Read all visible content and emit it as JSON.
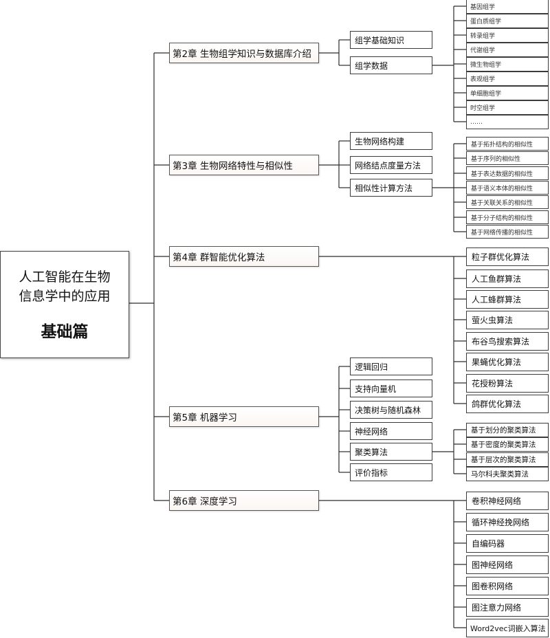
{
  "root": {
    "line1": "人工智能在生物",
    "line2": "信息学中的应用",
    "subtitle": "基础篇"
  },
  "ch2": {
    "label": "第2章  生物组学知识与数据库介绍",
    "sections": [
      "组学基础知识",
      "组学数据"
    ],
    "leaves": [
      "基因组学",
      "蛋白质组学",
      "转录组学",
      "代谢组学",
      "微生物组学",
      "表观组学",
      "单细胞组学",
      "时空组学",
      "……"
    ]
  },
  "ch3": {
    "label": "第3章  生物网络特性与相似性",
    "sections": [
      "生物网络构建",
      "网络结点度量方法",
      "相似性计算方法"
    ],
    "leaves": [
      "基于拓扑结构的相似性",
      "基于序列的相似性",
      "基于表达数据的相似性",
      "基于语义本体的相似性",
      "基于关联关系的相似性",
      "基于分子结构的相似性",
      "基于网络传播的相似性"
    ]
  },
  "ch4": {
    "label": "第4章  群智能优化算法",
    "leaves": [
      "粒子群优化算法",
      "人工鱼群算法",
      "人工蜂群算法",
      "萤火虫算法",
      "布谷鸟搜索算法",
      "果蝇优化算法",
      "花授粉算法",
      "鸽群优化算法"
    ]
  },
  "ch5": {
    "label": "第5章  机器学习",
    "sections": [
      "逻辑回归",
      "支持向量机",
      "决策树与随机森林",
      "神经网络",
      "聚类算法",
      "评价指标"
    ],
    "leaves": [
      "基于划分的聚类算法",
      "基于密度的聚类算法",
      "基于层次的聚类算法",
      "马尔科夫聚类算法"
    ]
  },
  "ch6": {
    "label": "第6章  深度学习",
    "leaves": [
      "卷积神经网络",
      "循环神经挽网络",
      "自编码器",
      "图神经网络",
      "图卷积网络",
      "图注意力网络",
      "Word2vec词嵌入算法"
    ]
  }
}
